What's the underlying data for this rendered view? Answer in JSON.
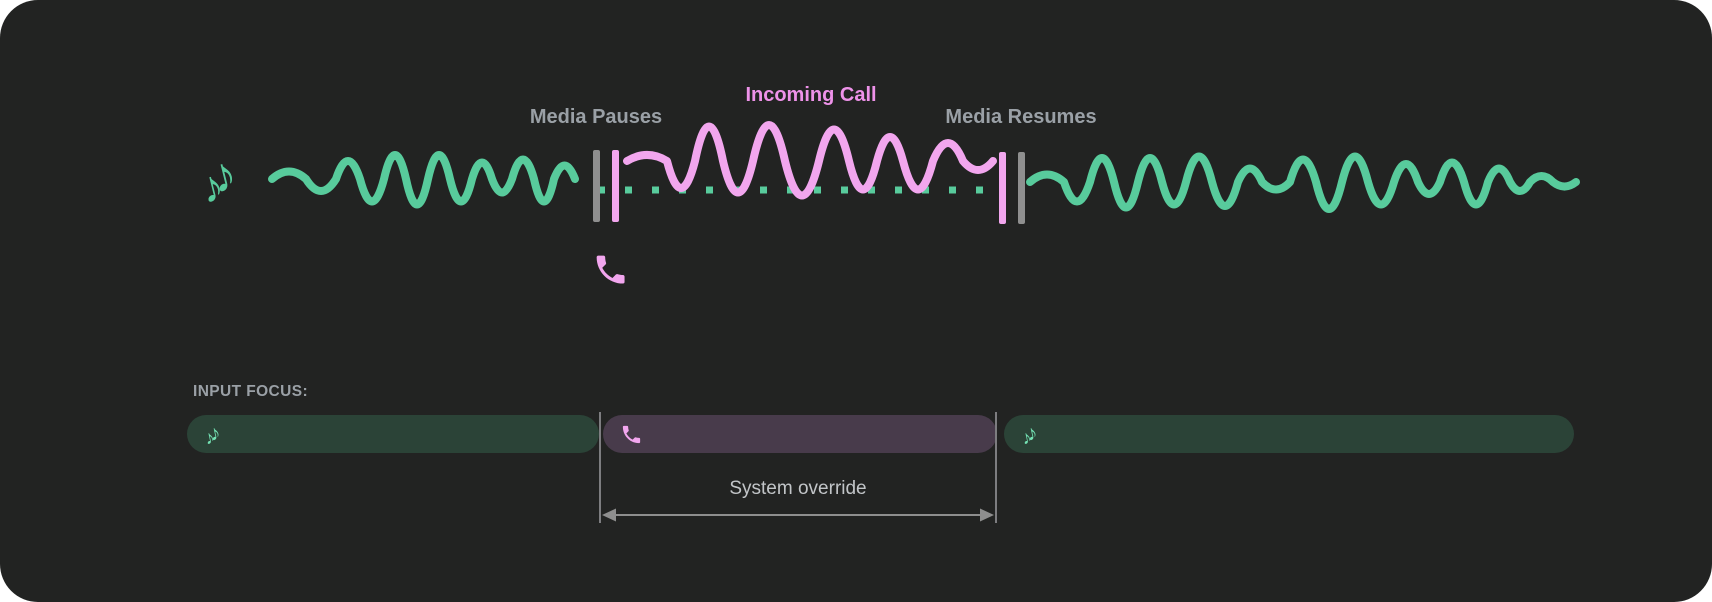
{
  "diagram": {
    "labels": {
      "media_pauses": "Media Pauses",
      "incoming_call": "Incoming Call",
      "media_resumes": "Media Resumes"
    }
  },
  "focus_track": {
    "title": "INPUT FOCUS:",
    "annotation": "System override",
    "segments": [
      {
        "type": "media",
        "icon": "music-notes-icon"
      },
      {
        "type": "call",
        "icon": "phone-icon"
      },
      {
        "type": "media",
        "icon": "music-notes-icon"
      }
    ]
  },
  "icons": {
    "music_note_glyph": "♪"
  },
  "colors": {
    "panel_background": "#222322",
    "media_green": "#58CB9C",
    "call_pink": "#F2A6EE",
    "incoming_call_label_pink": "#EE92E9",
    "marker_gray": "#8F8F8F",
    "label_gray": "#9AA0A6",
    "annotation_gray": "#C2C5C8",
    "media_track_green": "#2B4337",
    "call_track_purple": "#483B4B"
  }
}
